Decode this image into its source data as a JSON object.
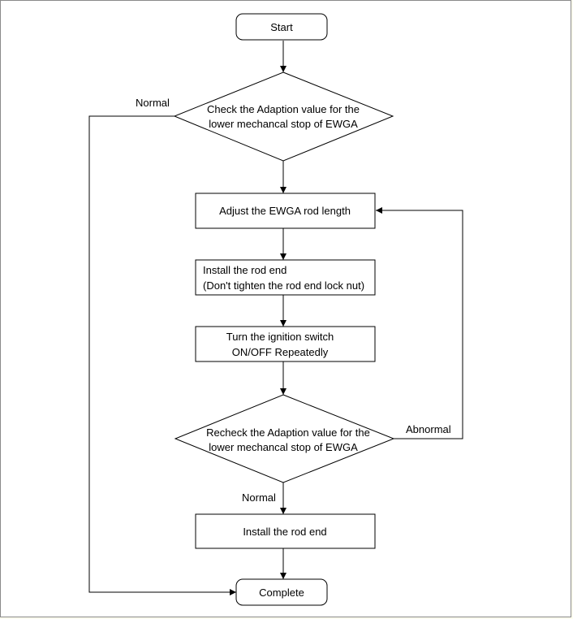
{
  "nodes": {
    "start": "Start",
    "check": [
      "Check the Adaption value for the",
      "lower mechancal stop of EWGA"
    ],
    "adjust": "Adjust the EWGA rod length",
    "install_loose": [
      "Install the rod end",
      "(Don't tighten the rod end lock nut)"
    ],
    "ignition": [
      "Turn the ignition switch",
      "ON/OFF  Repeatedly"
    ],
    "recheck": [
      "Recheck the Adaption value for the",
      "lower mechancal stop of EWGA"
    ],
    "install_final": "Install the rod end",
    "complete": "Complete"
  },
  "edge_labels": {
    "check_normal": "Normal",
    "recheck_abnormal": "Abnormal",
    "recheck_normal": "Normal"
  }
}
